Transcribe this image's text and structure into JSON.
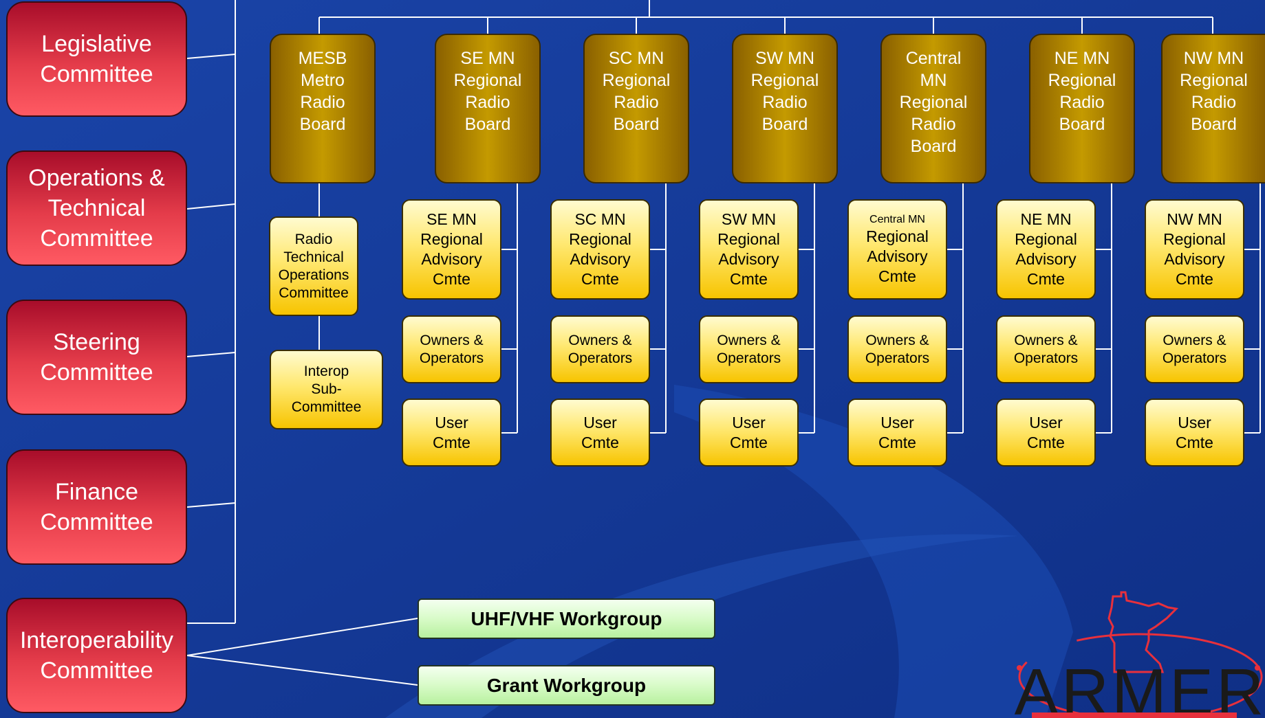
{
  "left_committees": [
    {
      "lines": [
        "Legislative",
        "Committee"
      ]
    },
    {
      "lines": [
        "Operations &",
        "Technical",
        "Committee"
      ]
    },
    {
      "lines": [
        "Steering",
        "Committee"
      ]
    },
    {
      "lines": [
        "Finance",
        "Committee"
      ]
    },
    {
      "lines": [
        "Interoperability",
        "Committee"
      ]
    }
  ],
  "mesb": {
    "board": [
      "MESB",
      "Metro",
      "Radio",
      "Board"
    ],
    "technical": [
      "Radio",
      "Technical",
      "Operations",
      "Committee"
    ],
    "interop": [
      "Interop",
      "Sub-",
      "Committee"
    ]
  },
  "regions": [
    {
      "board": [
        "SE MN",
        "Regional",
        "Radio",
        "Board"
      ],
      "advisory": [
        "SE MN",
        "Regional",
        "Advisory",
        "Cmte"
      ]
    },
    {
      "board": [
        "SC MN",
        "Regional",
        "Radio",
        "Board"
      ],
      "advisory": [
        "SC MN",
        "Regional",
        "Advisory",
        "Cmte"
      ]
    },
    {
      "board": [
        "SW MN",
        "Regional",
        "Radio",
        "Board"
      ],
      "advisory": [
        "SW MN",
        "Regional",
        "Advisory",
        "Cmte"
      ]
    },
    {
      "board": [
        "Central",
        "MN",
        "Regional",
        "Radio",
        "Board"
      ],
      "advisory_small": "Central MN",
      "advisory": [
        "Regional",
        "Advisory",
        "Cmte"
      ]
    },
    {
      "board": [
        "NE MN",
        "Regional",
        "Radio",
        "Board"
      ],
      "advisory": [
        "NE MN",
        "Regional",
        "Advisory",
        "Cmte"
      ]
    },
    {
      "board": [
        "NW MN",
        "Regional",
        "Radio",
        "Board"
      ],
      "advisory": [
        "NW MN",
        "Regional",
        "Advisory",
        "Cmte"
      ]
    }
  ],
  "owners_label": [
    "Owners &",
    "Operators"
  ],
  "user_label": [
    "User",
    "Cmte"
  ],
  "workgroups": [
    {
      "label": "UHF/VHF Workgroup"
    },
    {
      "label": "Grant Workgroup"
    }
  ],
  "logo": {
    "text": "ARMER"
  },
  "colors": {
    "background": "#143a96",
    "committee_red": "#e43c4a",
    "board_gold": "#c49a00",
    "cmte_yellow": "#ffe870",
    "workgroup_green": "#d8fbc8",
    "logo_red": "#e8303c"
  }
}
